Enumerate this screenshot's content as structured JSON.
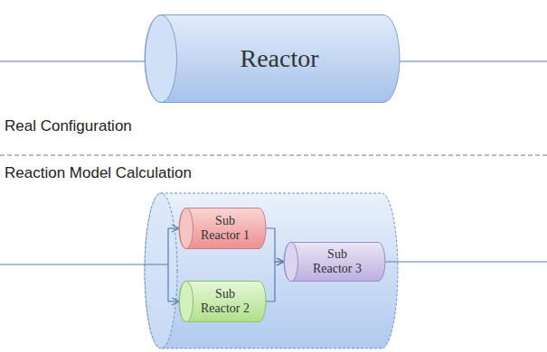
{
  "diagram": {
    "nodes": [
      {
        "text": [
          "Reactor"
        ]
      },
      {
        "text": [
          "Sub Reactor 1"
        ]
      },
      {
        "text": [
          "Sub Reactor 2"
        ]
      },
      {
        "text": [
          "Sub Reactor 3"
        ]
      }
    ],
    "edges": [
      {
        "from": 1,
        "to": 3,
        "arrow": "to"
      },
      {
        "from": 2,
        "to": 3,
        "arrow": "to"
      }
    ],
    "labels": [
      "Real Configuration",
      "Reaction Model Calculation"
    ]
  }
}
